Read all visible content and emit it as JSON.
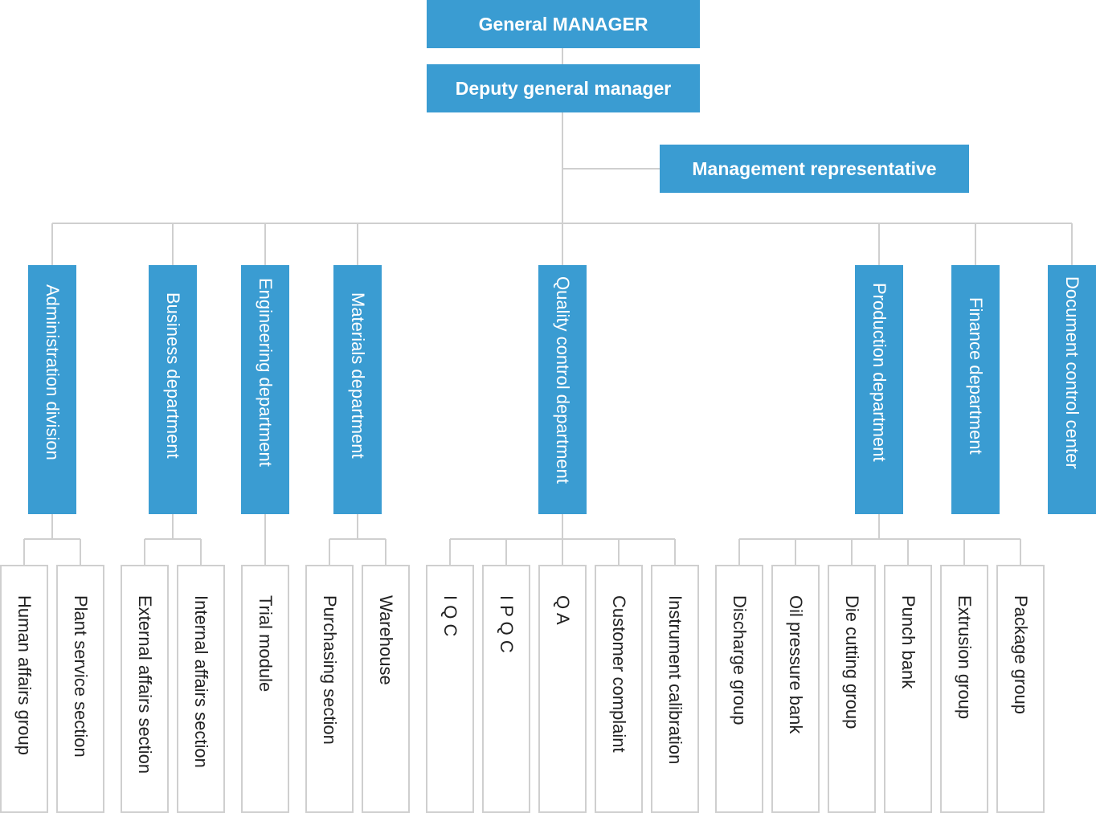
{
  "top": {
    "general_manager": "General MANAGER",
    "deputy": "Deputy general manager",
    "management_rep": "Management representative"
  },
  "departments": [
    {
      "label": "Administration division",
      "subs": [
        "Human affairs group",
        "Plant service section"
      ]
    },
    {
      "label": "Business department",
      "subs": [
        "External affairs section",
        "Internal affairs section"
      ]
    },
    {
      "label": "Engineering department",
      "subs": [
        "Trial module"
      ]
    },
    {
      "label": "Materials department",
      "subs": [
        "Purchasing section",
        "Warehouse"
      ]
    },
    {
      "label": "Quality control department",
      "subs": [
        "I Q C",
        "I P Q C",
        "Q A",
        "Customer complaint",
        "Instrument calibration"
      ]
    },
    {
      "label": "Production department",
      "subs": [
        "Discharge group",
        "Oil pressure bank",
        "Die cutting group",
        "Punch bank",
        "Extrusion group",
        "Package group"
      ]
    },
    {
      "label": "Finance department",
      "subs": []
    },
    {
      "label": "Document control center",
      "subs": []
    }
  ],
  "colors": {
    "box": "#3a9cd2",
    "line": "#cfcfcf",
    "text_dark": "#222222"
  }
}
